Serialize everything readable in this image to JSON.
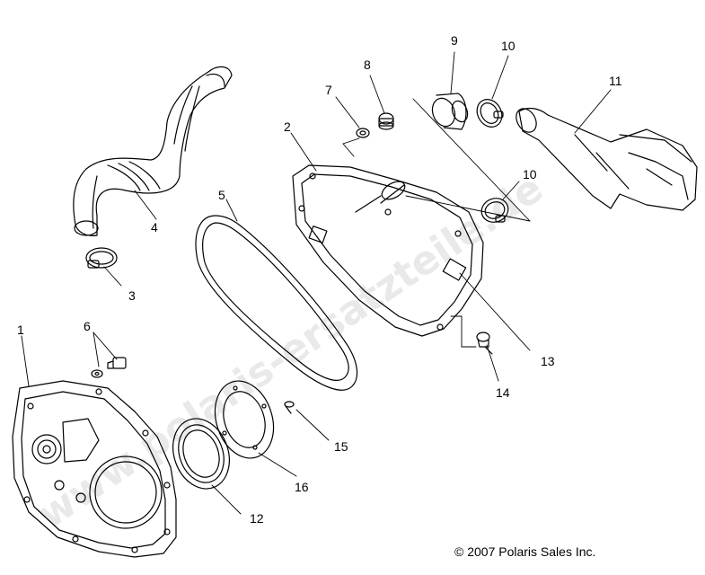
{
  "watermark": "www.polaris-ersatzteile.de",
  "callouts": {
    "c1": "1",
    "c2": "2",
    "c3": "3",
    "c4": "4",
    "c5": "5",
    "c6": "6",
    "c7": "7",
    "c8": "8",
    "c9": "9",
    "c10a": "10",
    "c10b": "10",
    "c11": "11",
    "c12": "12",
    "c13": "13",
    "c14": "14",
    "c15": "15",
    "c16": "16"
  },
  "copyright": "© 2007 Polaris Sales Inc."
}
